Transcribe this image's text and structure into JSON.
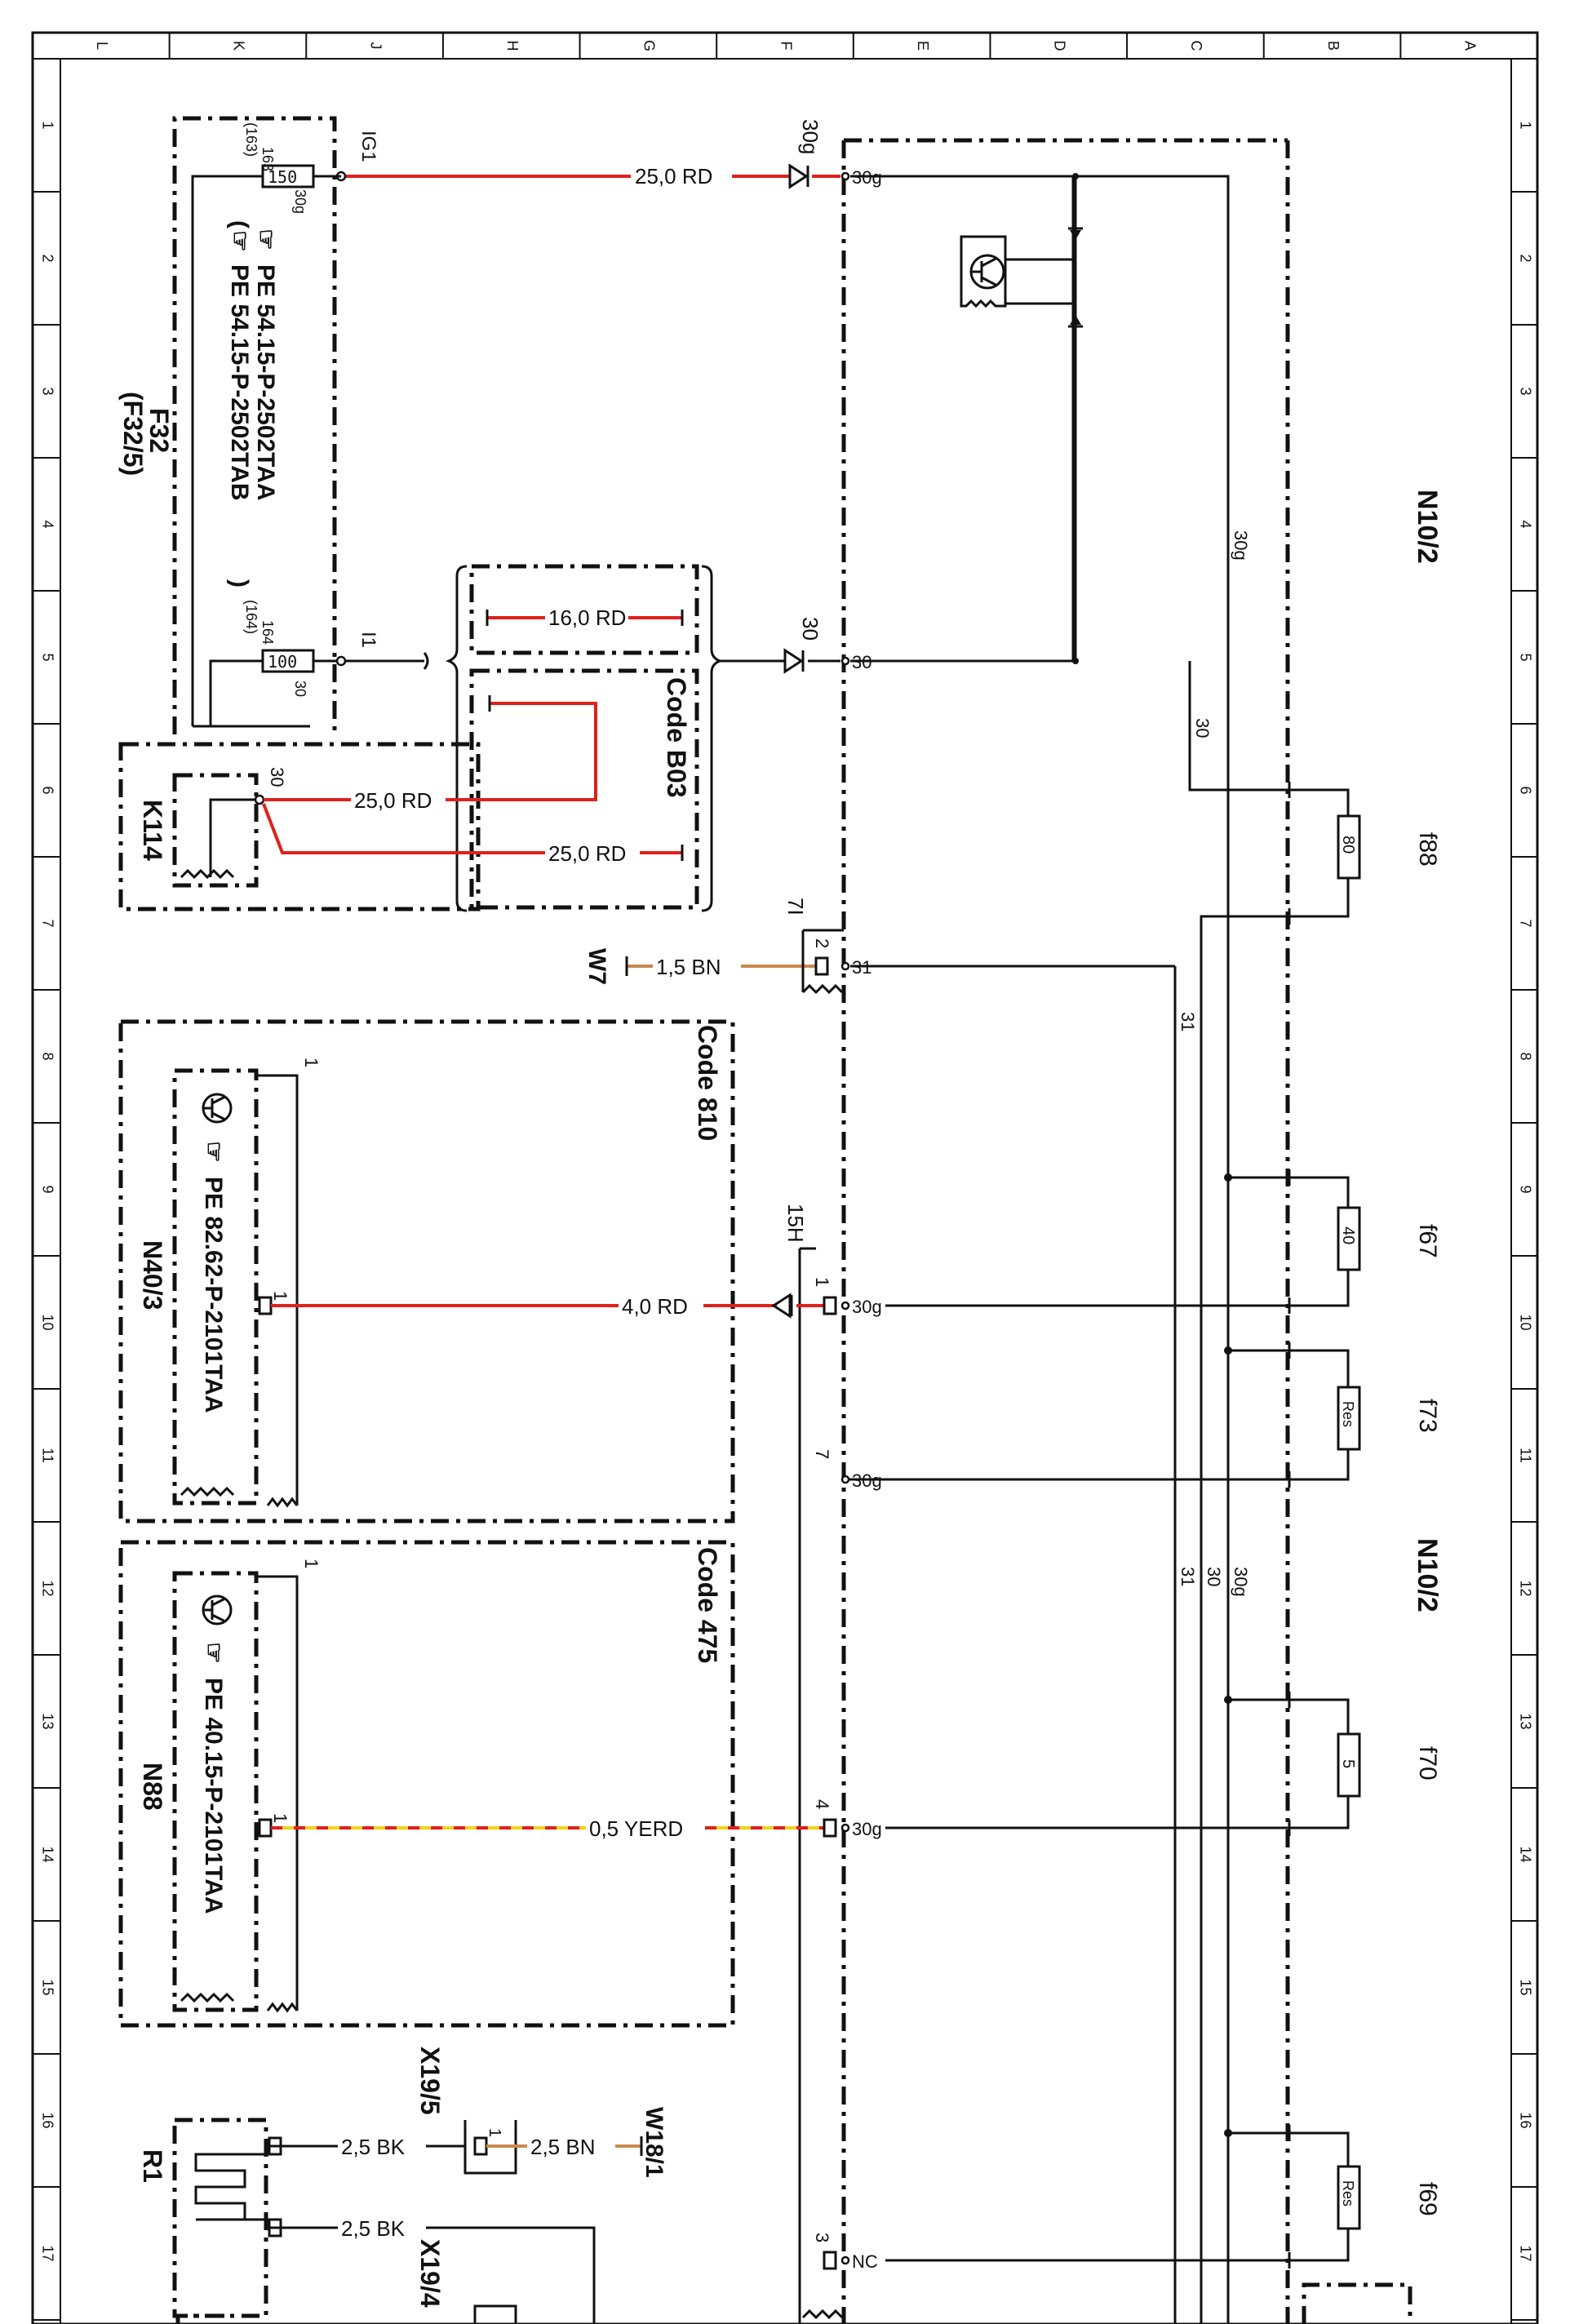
{
  "frame": {
    "columns": [
      "L",
      "K",
      "J",
      "H",
      "G",
      "F",
      "E",
      "D",
      "C",
      "B",
      "A"
    ],
    "rows": [
      "1",
      "2",
      "3",
      "4",
      "5",
      "6",
      "7",
      "8",
      "9",
      "10",
      "11",
      "12",
      "13",
      "14",
      "15",
      "16",
      "17"
    ]
  },
  "colors": {
    "red_wire": "#e0201b",
    "brown_wire": "#c98a4b",
    "yellow_wire": "#f2d21b",
    "black": "#111111"
  },
  "module": {
    "label": "N10/2",
    "label_mid": "N10/2"
  },
  "module_pins": {
    "p30g_top": "30g",
    "p30": "30",
    "p31": "31",
    "p30g_10": "30g",
    "p30g_11": "30g",
    "p30g_14": "30g",
    "pNC": "NC"
  },
  "bus": {
    "l30g": "30g",
    "l30": "30",
    "l31": "31",
    "b30g": "30g",
    "b30": "30",
    "b31": "31"
  },
  "fuses": [
    {
      "id": "f88",
      "value": "80"
    },
    {
      "id": "f67",
      "value": "40"
    },
    {
      "id": "f73",
      "value": "Res"
    },
    {
      "id": "f70",
      "value": "5"
    },
    {
      "id": "f69",
      "value": "Res"
    }
  ],
  "f32": {
    "name": "F32",
    "alt": "(F32/5)",
    "ref1": "PE 54.15-P-2502TAA",
    "ref2": "PE 54.15-P-2502TAB",
    "fuse1": "150",
    "fuse2": "100",
    "pin1a": "163",
    "pin1b": "(163)",
    "pin1c": "30g",
    "pin2a": "164",
    "pin2b": "(164)",
    "pin2c": "30"
  },
  "k114": {
    "name": "K114",
    "pin": "30"
  },
  "code_b03": "Code B03",
  "code_810": "Code 810",
  "code_475": "Code 475",
  "n40_3": {
    "name": "N40/3",
    "ref": "PE 82.62-P-2101TAA",
    "pin": "1",
    "pin_top": "1"
  },
  "n88": {
    "name": "N88",
    "ref": "PE 40.15-P-2101TAA",
    "pin": "1",
    "pin_top": "1"
  },
  "r1": {
    "name": "R1"
  },
  "x19_5": {
    "name": "X19/5",
    "pin": "1"
  },
  "x19_4": {
    "name": "X19/4"
  },
  "w18_1": "W18/1",
  "w7": "W7",
  "wires": {
    "ig1": "IG1",
    "ig1_spec": "25,0 RD",
    "ig1_conn": "30g",
    "i1": "I1",
    "b03_a": "16,0 RD",
    "i1_conn": "30",
    "k114_a": "25,0 RD",
    "k114_b": "25,0 RD",
    "w7_spec": "1,5 BN",
    "w7_conn": "7I",
    "w7_pin": "2",
    "n40_spec": "4,0 RD",
    "n40_conn": "15H",
    "n40_pin": "1",
    "p7": "7",
    "n88_spec": "0,5 YERD",
    "n88_pin": "4",
    "r1_a": "2,5 BK",
    "r1_b": "2,5 BN",
    "r1_c": "2,5 BK",
    "nc_pin": "3"
  }
}
